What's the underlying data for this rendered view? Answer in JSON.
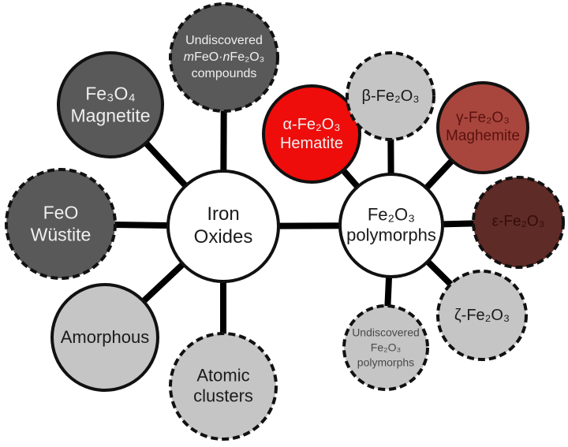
{
  "colors": {
    "background": "#ffffff",
    "edge": "#000000",
    "border": "#111111",
    "dark-gray": "#595959",
    "light-gray": "#c5c5c5",
    "red": "#ee0d0b",
    "brick-red": "#a8463e",
    "dark-maroon": "#5f2b27",
    "text-light": "#efefef",
    "text-dark": "#1b1b1b",
    "text-maghemite": "#5a120e",
    "text-epsilon": "#330c08",
    "text-muted": "#4a4a4a"
  },
  "nodes": {
    "iron_oxides": {
      "line1": "Iron",
      "line2": "Oxides",
      "fill": "white",
      "border": "solid"
    },
    "fe2o3_polymorphs": {
      "line1": "Fe₂O₃",
      "line2": "polymorphs",
      "fill": "white",
      "border": "solid"
    },
    "magnetite": {
      "line1": "Fe₃O₄",
      "line2": "Magnetite",
      "fill": "dark-gray",
      "border": "solid"
    },
    "undiscovered_compounds": {
      "line1": "Undiscovered",
      "line2_m": "m",
      "line2_a": "FeO·",
      "line2_n": "n",
      "line2_b": "Fe₂O₃",
      "line3": "compounds",
      "fill": "dark-gray",
      "border": "dashed"
    },
    "wustite": {
      "line1": "FeO",
      "line2": "Wüstite",
      "fill": "dark-gray",
      "border": "dashed"
    },
    "amorphous": {
      "line1": "Amorphous",
      "fill": "light-gray",
      "border": "solid"
    },
    "atomic_clusters": {
      "line1": "Atomic",
      "line2": "clusters",
      "fill": "light-gray",
      "border": "dashed"
    },
    "hematite": {
      "line1": "α-Fe₂O₃",
      "line2": "Hematite",
      "fill": "red",
      "border": "solid"
    },
    "beta": {
      "line1": "β-Fe₂O₃",
      "fill": "light-gray",
      "border": "dashed"
    },
    "maghemite": {
      "line1": "γ-Fe₂O₃",
      "line2": "Maghemite",
      "fill": "brick-red",
      "border": "solid"
    },
    "epsilon": {
      "line1": "ε-Fe₂O₃",
      "fill": "dark-maroon",
      "border": "dashed"
    },
    "zeta": {
      "line1": "ζ-Fe₂O₃",
      "fill": "light-gray",
      "border": "dashed"
    },
    "undiscovered_polymorphs": {
      "line1": "Undiscovered",
      "line2": "Fe₂O₃",
      "line3": "polymorphs",
      "fill": "light-gray",
      "border": "dashed"
    }
  },
  "connections": [
    {
      "from": "iron_oxides",
      "to": "magnetite"
    },
    {
      "from": "iron_oxides",
      "to": "undiscovered_compounds"
    },
    {
      "from": "iron_oxides",
      "to": "wustite"
    },
    {
      "from": "iron_oxides",
      "to": "amorphous"
    },
    {
      "from": "iron_oxides",
      "to": "atomic_clusters"
    },
    {
      "from": "iron_oxides",
      "to": "fe2o3_polymorphs"
    },
    {
      "from": "fe2o3_polymorphs",
      "to": "hematite"
    },
    {
      "from": "fe2o3_polymorphs",
      "to": "beta"
    },
    {
      "from": "fe2o3_polymorphs",
      "to": "maghemite"
    },
    {
      "from": "fe2o3_polymorphs",
      "to": "epsilon"
    },
    {
      "from": "fe2o3_polymorphs",
      "to": "zeta"
    },
    {
      "from": "fe2o3_polymorphs",
      "to": "undiscovered_polymorphs"
    }
  ]
}
